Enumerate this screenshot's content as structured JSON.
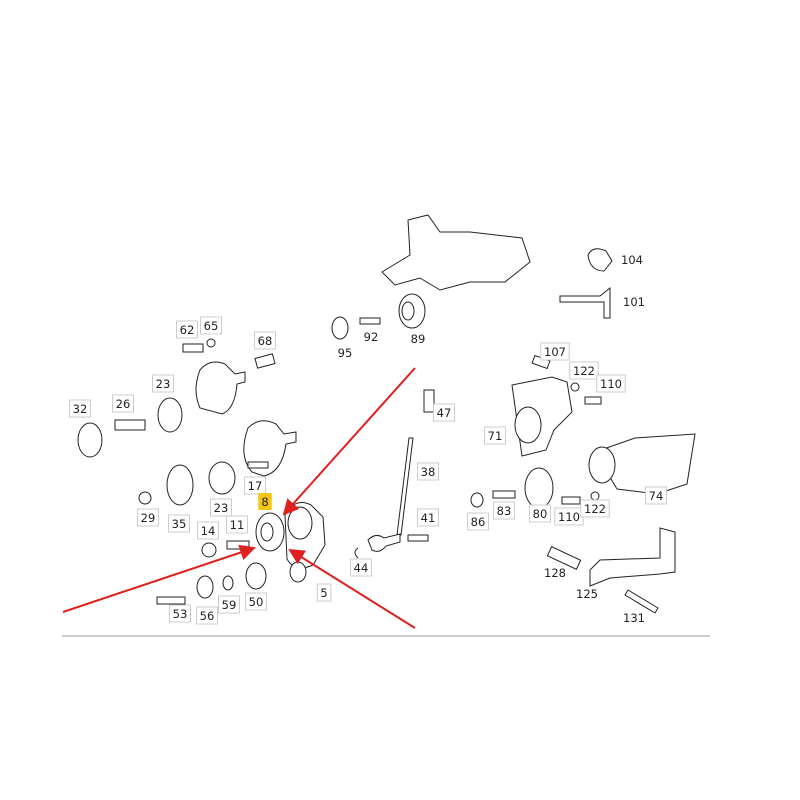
{
  "diagram": {
    "highlight_color": "#f5c518",
    "arrow_color": "#e02020",
    "highlighted_part": "8",
    "labels": [
      {
        "text": "62",
        "boxed": true
      },
      {
        "text": "65",
        "boxed": true
      },
      {
        "text": "68",
        "boxed": true
      },
      {
        "text": "95",
        "boxed": false
      },
      {
        "text": "92",
        "boxed": false
      },
      {
        "text": "89",
        "boxed": false
      },
      {
        "text": "104",
        "boxed": false
      },
      {
        "text": "101",
        "boxed": false
      },
      {
        "text": "107",
        "boxed": true
      },
      {
        "text": "122",
        "boxed": true
      },
      {
        "text": "110",
        "boxed": true
      },
      {
        "text": "32",
        "boxed": true
      },
      {
        "text": "26",
        "boxed": true
      },
      {
        "text": "23",
        "boxed": true
      },
      {
        "text": "47",
        "boxed": true
      },
      {
        "text": "71",
        "boxed": true
      },
      {
        "text": "17",
        "boxed": true
      },
      {
        "text": "38",
        "boxed": true
      },
      {
        "text": "29",
        "boxed": true
      },
      {
        "text": "35",
        "boxed": true
      },
      {
        "text": "23",
        "boxed": true
      },
      {
        "text": "8",
        "boxed": true,
        "highlighted": true
      },
      {
        "text": "41",
        "boxed": true
      },
      {
        "text": "86",
        "boxed": true
      },
      {
        "text": "83",
        "boxed": true
      },
      {
        "text": "80",
        "boxed": true
      },
      {
        "text": "110",
        "boxed": true
      },
      {
        "text": "122",
        "boxed": true
      },
      {
        "text": "74",
        "boxed": true
      },
      {
        "text": "14",
        "boxed": true
      },
      {
        "text": "11",
        "boxed": true
      },
      {
        "text": "44",
        "boxed": true
      },
      {
        "text": "128",
        "boxed": false
      },
      {
        "text": "5",
        "boxed": true
      },
      {
        "text": "53",
        "boxed": true
      },
      {
        "text": "56",
        "boxed": true
      },
      {
        "text": "59",
        "boxed": true
      },
      {
        "text": "50",
        "boxed": true
      },
      {
        "text": "125",
        "boxed": false
      },
      {
        "text": "131",
        "boxed": false
      }
    ]
  }
}
